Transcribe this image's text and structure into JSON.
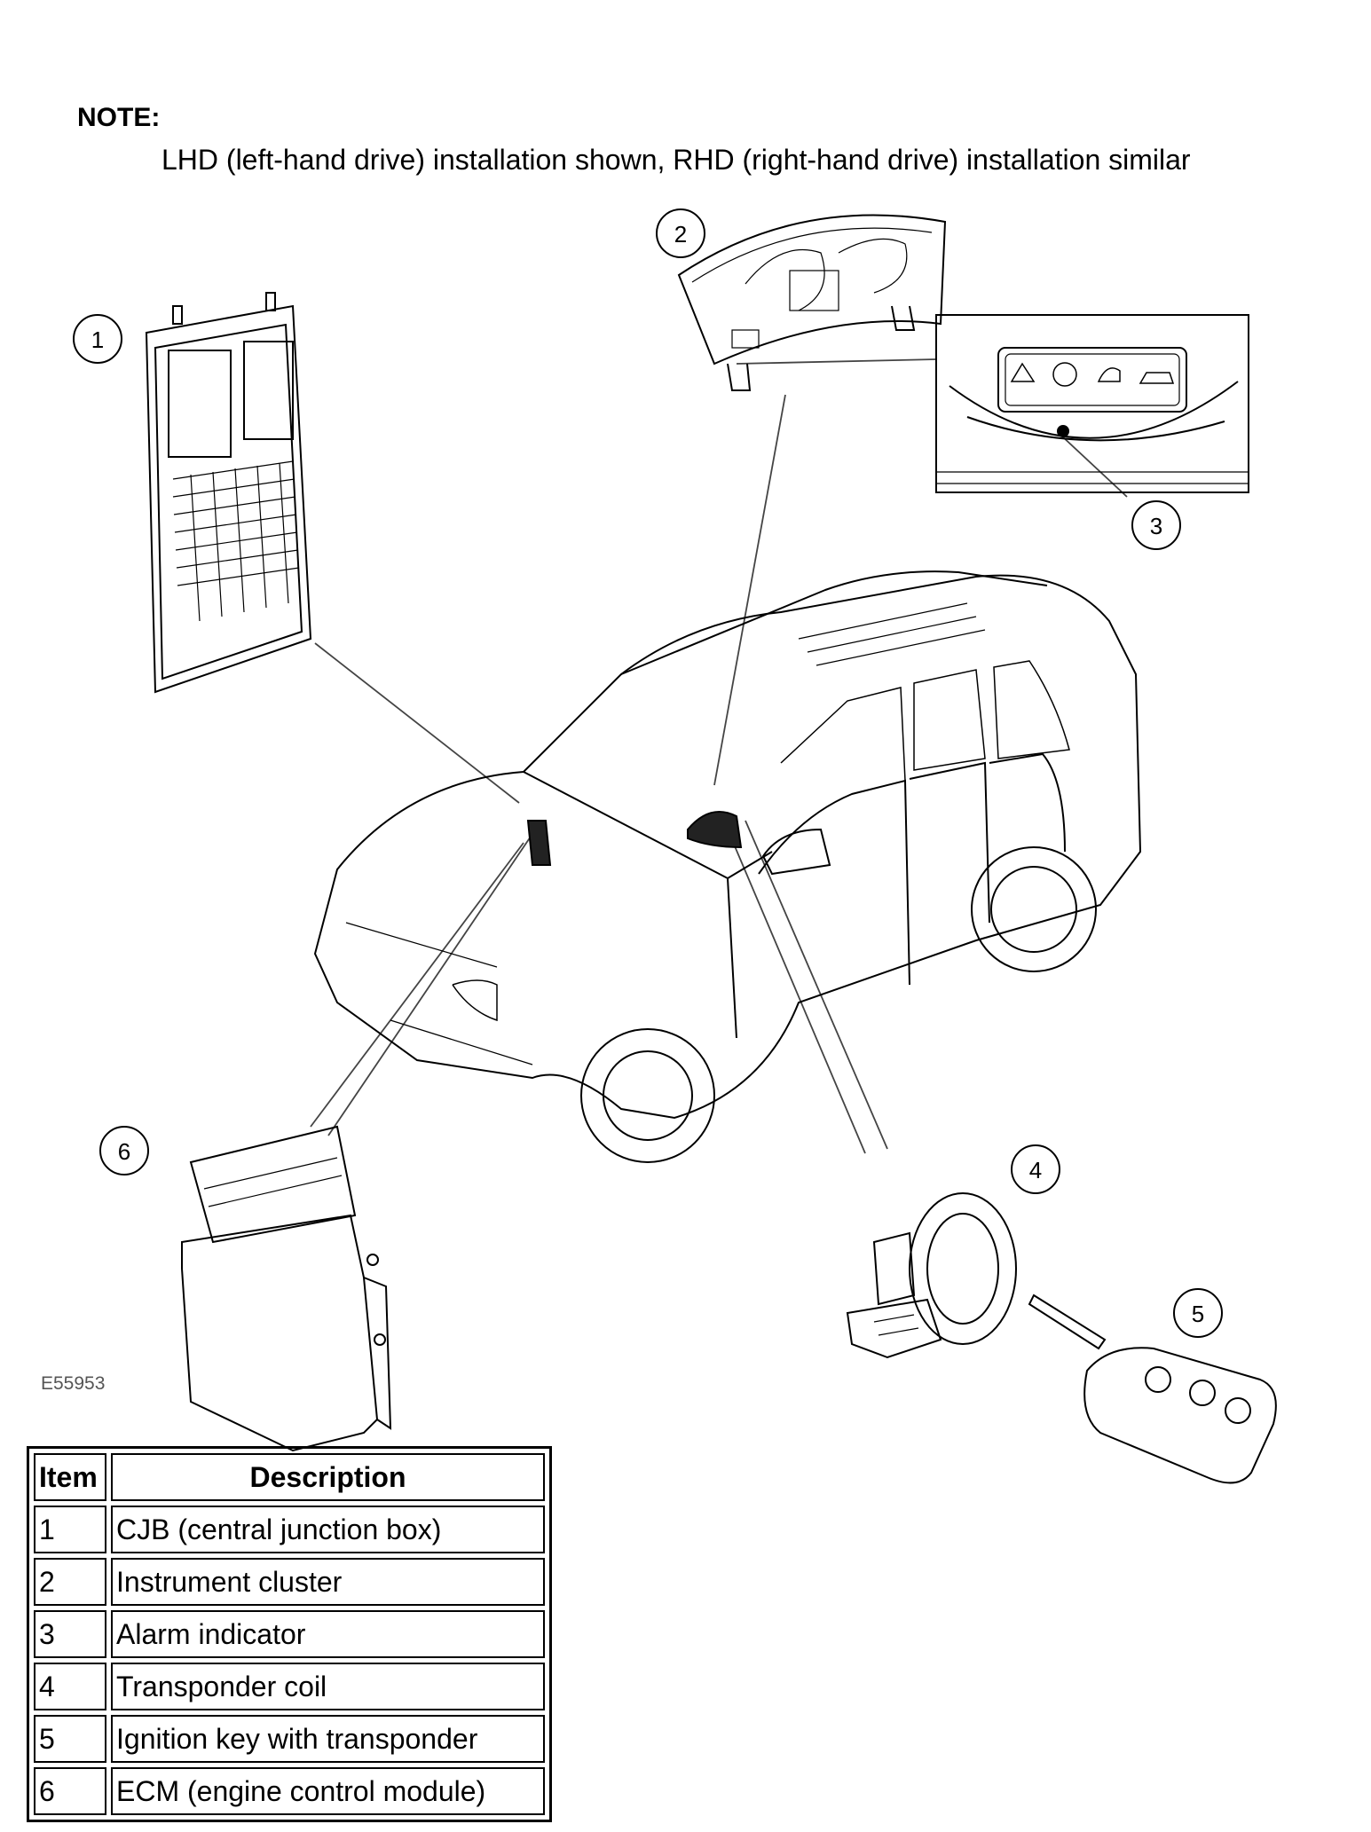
{
  "note": {
    "title": "NOTE:",
    "text": "LHD (left-hand drive) installation shown, RHD (right-hand drive) installation similar"
  },
  "figure_id": "E55953",
  "callouts": [
    "1",
    "2",
    "3",
    "4",
    "5",
    "6"
  ],
  "table": {
    "headers": [
      "Item",
      "Description"
    ],
    "rows": [
      [
        "1",
        "CJB (central junction box)"
      ],
      [
        "2",
        "Instrument cluster"
      ],
      [
        "3",
        "Alarm indicator"
      ],
      [
        "4",
        "Transponder coil"
      ],
      [
        "5",
        "Ignition key with transponder"
      ],
      [
        "6",
        "ECM (engine control module)"
      ]
    ]
  }
}
